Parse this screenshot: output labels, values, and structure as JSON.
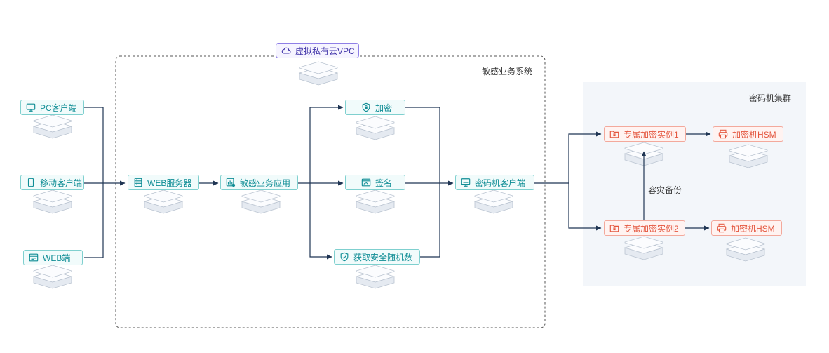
{
  "containers": {
    "sensitive_system": "敏感业务系统",
    "hsm_cluster": "密码机集群",
    "vpc": "虚拟私有云VPC"
  },
  "nodes": {
    "pc_client": "PC客户端",
    "mobile_client": "移动客户端",
    "web_client": "WEB端",
    "web_server": "WEB服务器",
    "sensitive_app": "敏感业务应用",
    "encrypt": "加密",
    "sign": "签名",
    "random": "获取安全随机数",
    "crypto_client": "密码机客户端",
    "instance1": "专属加密实例1",
    "instance2": "专属加密实例2",
    "hsm1": "加密机HSM",
    "hsm2": "加密机HSM"
  },
  "edges": {
    "dr_backup": "容灾备份"
  },
  "colors": {
    "teal": "#0f8d95",
    "red": "#e4573f",
    "purple": "#3f32a8",
    "line": "#1f3553",
    "cluster_bg": "#f3f6fa"
  }
}
